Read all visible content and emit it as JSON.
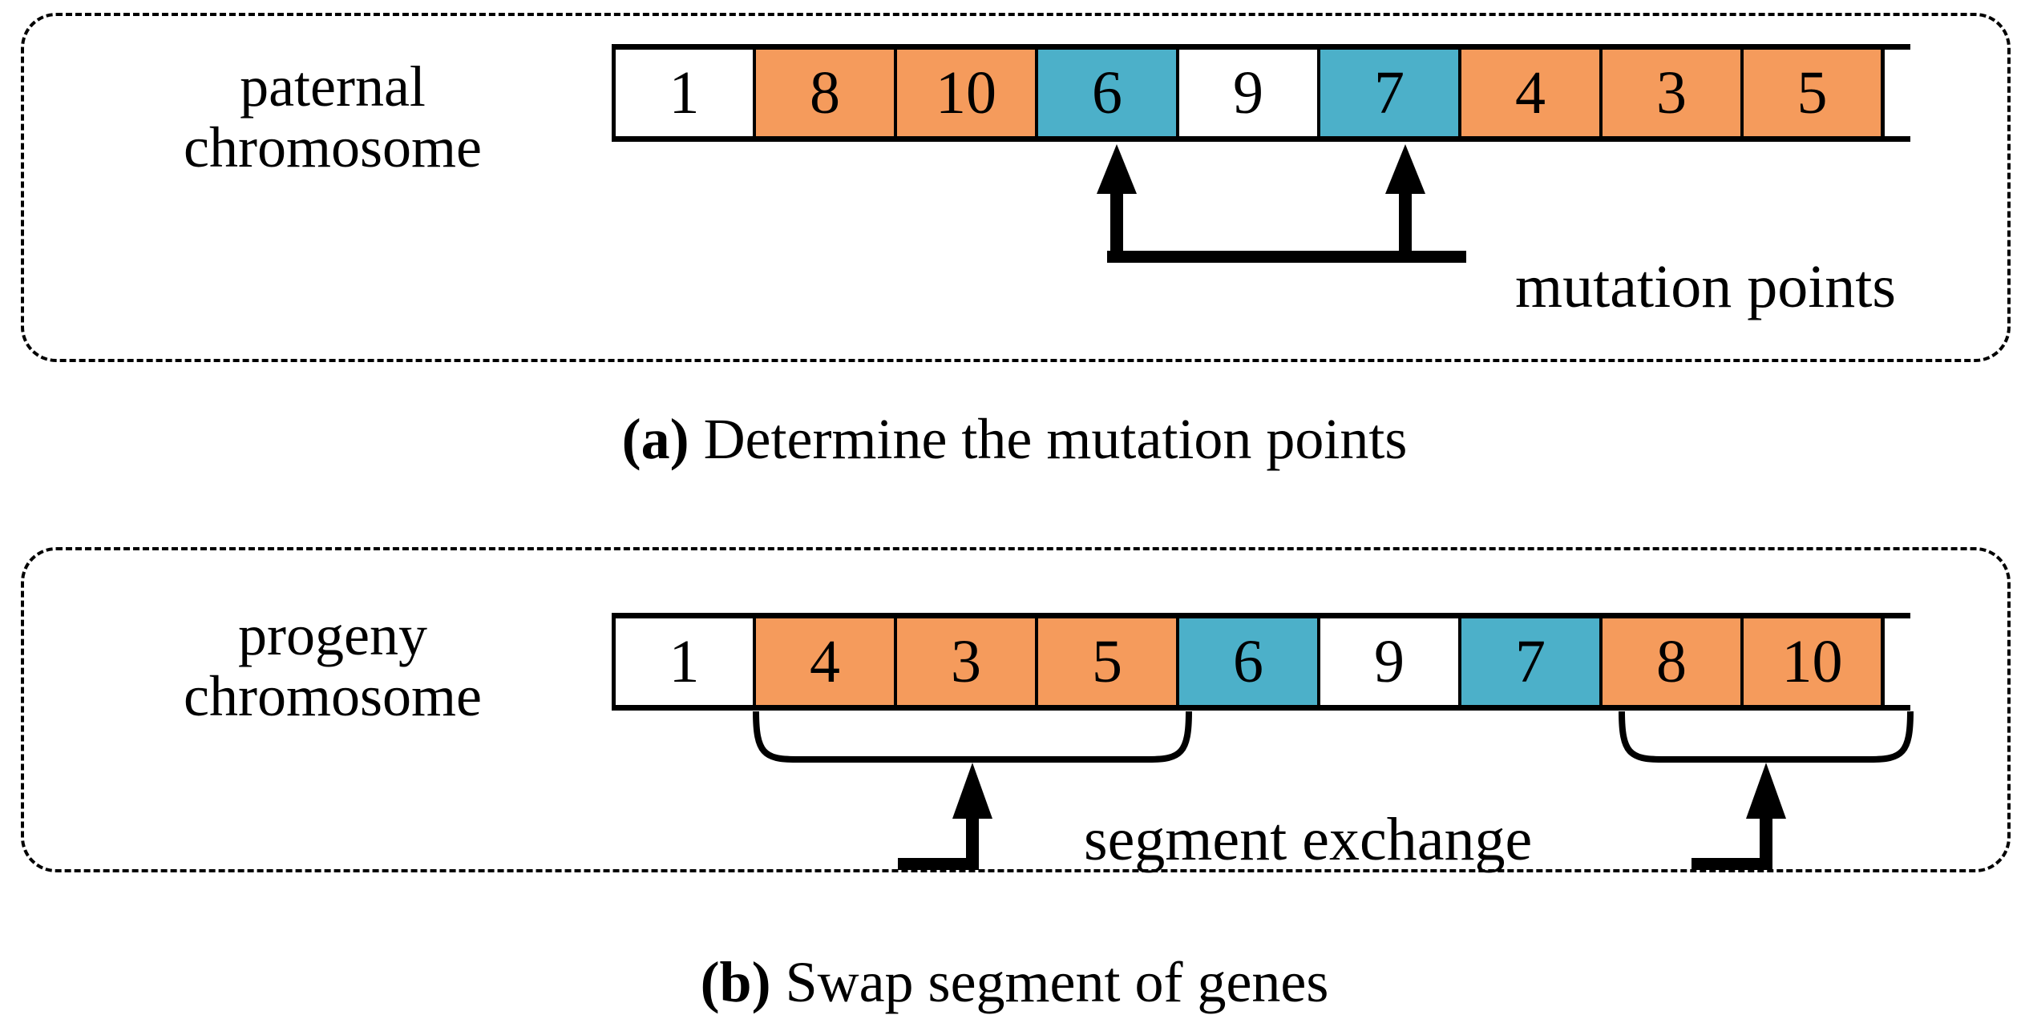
{
  "figure": {
    "title": "Chromosome mutation and segment swap diagram",
    "colors": {
      "orange": "#f59b5c",
      "teal": "#4cb0c9",
      "white": "#ffffff",
      "stroke": "#000000"
    }
  },
  "panel_a": {
    "side_label_line1": "paternal",
    "side_label_line2": "chromosome",
    "cells": [
      {
        "value": "1",
        "color": "white"
      },
      {
        "value": "8",
        "color": "orange"
      },
      {
        "value": "10",
        "color": "orange"
      },
      {
        "value": "6",
        "color": "teal"
      },
      {
        "value": "9",
        "color": "white"
      },
      {
        "value": "7",
        "color": "teal"
      },
      {
        "value": "4",
        "color": "orange"
      },
      {
        "value": "3",
        "color": "orange"
      },
      {
        "value": "5",
        "color": "orange"
      }
    ],
    "annotation_label": "mutation points",
    "mutation_point_indices": [
      3,
      5
    ],
    "caption_tag": "(a)",
    "caption_text": " Determine the mutation points"
  },
  "panel_b": {
    "side_label_line1": "progeny",
    "side_label_line2": "chromosome",
    "cells": [
      {
        "value": "1",
        "color": "white"
      },
      {
        "value": "4",
        "color": "orange"
      },
      {
        "value": "3",
        "color": "orange"
      },
      {
        "value": "5",
        "color": "orange"
      },
      {
        "value": "6",
        "color": "teal"
      },
      {
        "value": "9",
        "color": "white"
      },
      {
        "value": "7",
        "color": "teal"
      },
      {
        "value": "8",
        "color": "orange"
      },
      {
        "value": "10",
        "color": "orange"
      }
    ],
    "annotation_label": "segment exchange",
    "brace_left_span": [
      1,
      3
    ],
    "brace_right_span": [
      7,
      8
    ],
    "caption_tag": "(b)",
    "caption_text": " Swap segment of genes"
  }
}
